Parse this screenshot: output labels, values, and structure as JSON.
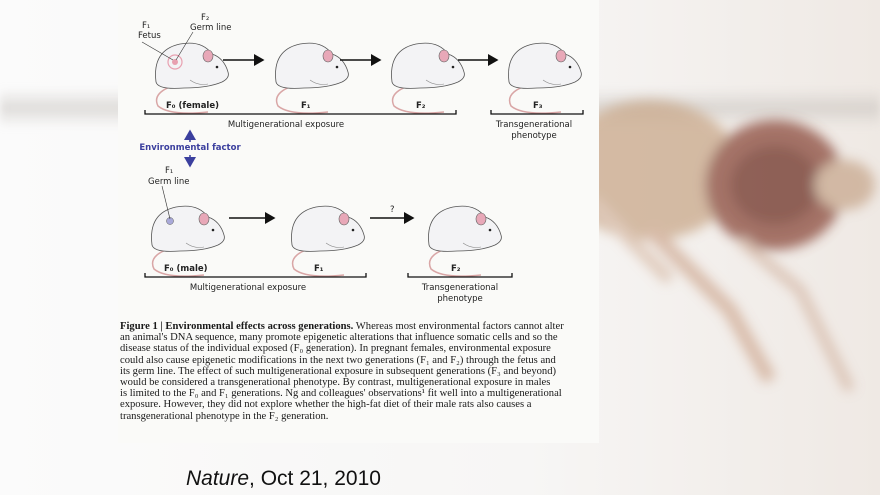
{
  "figure": {
    "top_row": {
      "fetus_label": "F₁",
      "fetus_sub": "Fetus",
      "germ_label": "F₂",
      "germ_sub": "Germ line",
      "generations": [
        "F₀ (female)",
        "F₁",
        "F₂",
        "F₃"
      ],
      "bracket1": "Multigenerational exposure",
      "bracket2_line1": "Transgenerational",
      "bracket2_line2": "phenotype"
    },
    "environmental_factor": "Environmental factor",
    "bottom_row": {
      "germ_label": "F₁",
      "germ_sub": "Germ line",
      "generations": [
        "F₀ (male)",
        "F₁",
        "F₂"
      ],
      "question": "?",
      "bracket1": "Multigenerational exposure",
      "bracket2_line1": "Transgenerational",
      "bracket2_line2": "phenotype"
    },
    "colors": {
      "env_factor": "#3b3f9e",
      "germ_female": "#e8a0b0",
      "germ_male": "#a9a9d9"
    }
  },
  "caption": {
    "title": "Figure 1 | Environmental effects across generations.",
    "lines": [
      " Whereas most environmental factors cannot alter",
      "an animal's DNA sequence, many promote epigenetic alterations that influence somatic cells and so the",
      "disease status of the individual exposed (F₀ generation). In pregnant females, environmental exposure",
      "could also cause epigenetic modifications in the next two generations (F₁ and F₂) through the fetus and",
      "its germ line. The effect of such multigenerational exposure in subsequent generations (F₃ and beyond)",
      "would be considered a transgenerational phenotype. By contrast, multigenerational exposure in males",
      "is limited to the F₀ and F₁ generations. Ng and colleagues' observations¹ fit well into a multigenerational",
      "exposure. However, they did not explore whether the high-fat diet of their male rats also causes a",
      "transgenerational phenotype in the F₂ generation."
    ]
  },
  "citation": {
    "journal": "Nature",
    "date": ", Oct 21, 2010"
  }
}
